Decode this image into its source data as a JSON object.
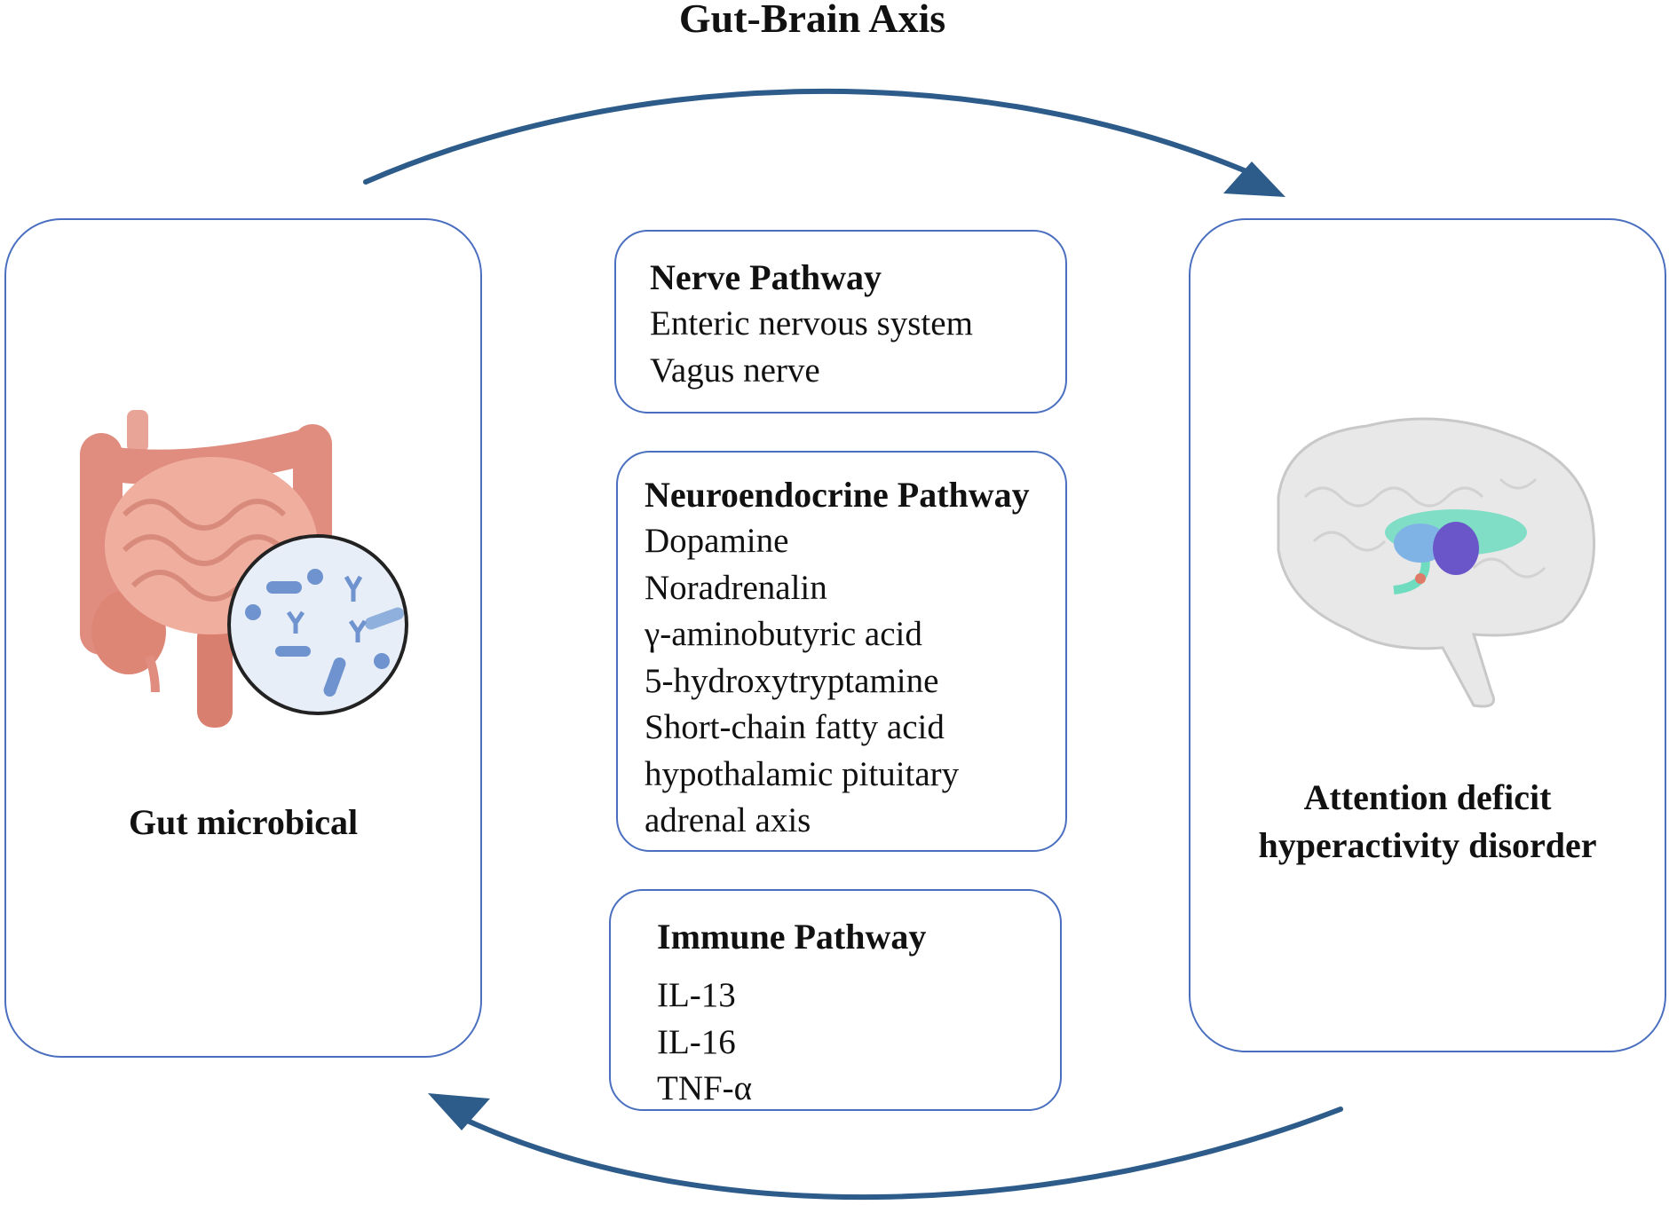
{
  "title": "Gut-Brain Axis",
  "left_node": {
    "label": "Gut microbical",
    "image": "intestine-with-microbes-icon"
  },
  "right_node": {
    "label_lines": [
      "Attention deficit",
      "hyperactivity disorder"
    ],
    "image": "brain-icon"
  },
  "pathways": [
    {
      "heading": "Nerve Pathway",
      "items": [
        "Enteric nervous system",
        "Vagus nerve"
      ]
    },
    {
      "heading": "Neuroendocrine Pathway",
      "items": [
        "Dopamine",
        "Noradrenalin",
        "γ-aminobutyric acid",
        "5-hydroxytryptamine",
        "Short-chain fatty acid",
        "hypothalamic pituitary",
        "adrenal axis"
      ]
    },
    {
      "heading": "Immune Pathway",
      "items": [
        "IL-13",
        "IL-16",
        "TNF-α"
      ]
    }
  ],
  "colors": {
    "arrow": "#2d5b8a",
    "box_border": "#4a6fc0",
    "intestine": "#e39a8c",
    "microbe": "#6f93cf",
    "brain": "#e6e6e6"
  }
}
